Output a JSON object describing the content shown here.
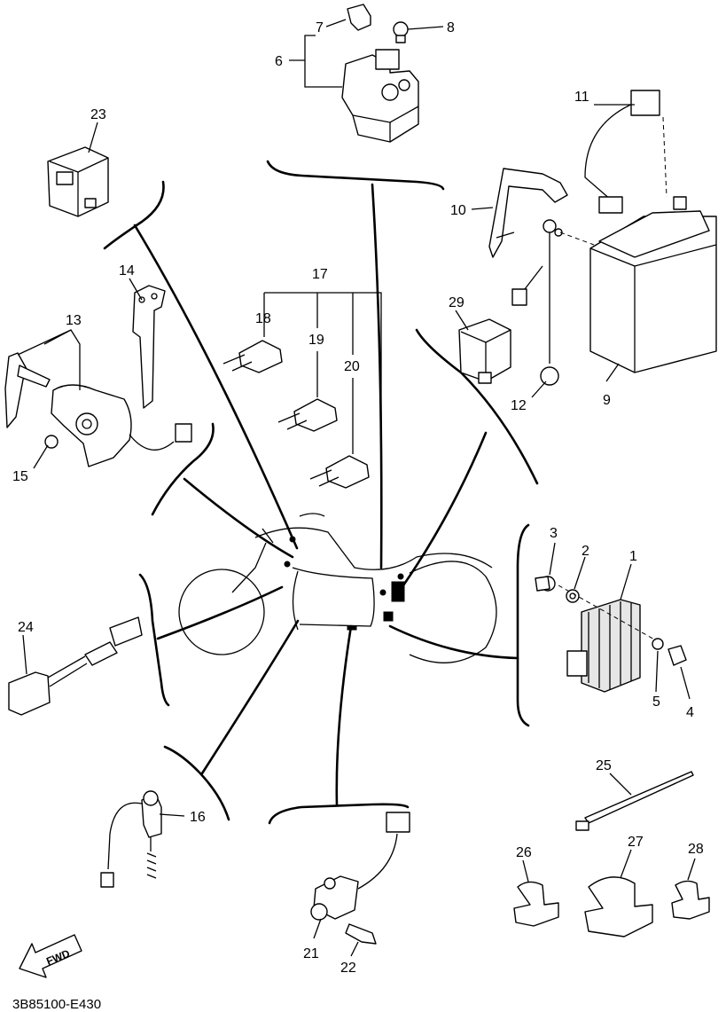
{
  "diagram": {
    "code": "3B85100-E430",
    "fwd_label": "FWD",
    "callouts": [
      {
        "id": "c1",
        "text": "1"
      },
      {
        "id": "c2",
        "text": "2"
      },
      {
        "id": "c3",
        "text": "3"
      },
      {
        "id": "c4",
        "text": "4"
      },
      {
        "id": "c5",
        "text": "5"
      },
      {
        "id": "c6",
        "text": "6"
      },
      {
        "id": "c7",
        "text": "7"
      },
      {
        "id": "c8",
        "text": "8"
      },
      {
        "id": "c9",
        "text": "9"
      },
      {
        "id": "c10",
        "text": "10"
      },
      {
        "id": "c11",
        "text": "11"
      },
      {
        "id": "c12",
        "text": "12"
      },
      {
        "id": "c13",
        "text": "13"
      },
      {
        "id": "c14",
        "text": "14"
      },
      {
        "id": "c15",
        "text": "15"
      },
      {
        "id": "c16",
        "text": "16"
      },
      {
        "id": "c17",
        "text": "17"
      },
      {
        "id": "c18",
        "text": "18"
      },
      {
        "id": "c19",
        "text": "19"
      },
      {
        "id": "c20",
        "text": "20"
      },
      {
        "id": "c21",
        "text": "21"
      },
      {
        "id": "c22",
        "text": "22"
      },
      {
        "id": "c23",
        "text": "23"
      },
      {
        "id": "c24",
        "text": "24"
      },
      {
        "id": "c25",
        "text": "25"
      },
      {
        "id": "c26",
        "text": "26"
      },
      {
        "id": "c27",
        "text": "27"
      },
      {
        "id": "c28",
        "text": "28"
      },
      {
        "id": "c29",
        "text": "29"
      }
    ]
  }
}
